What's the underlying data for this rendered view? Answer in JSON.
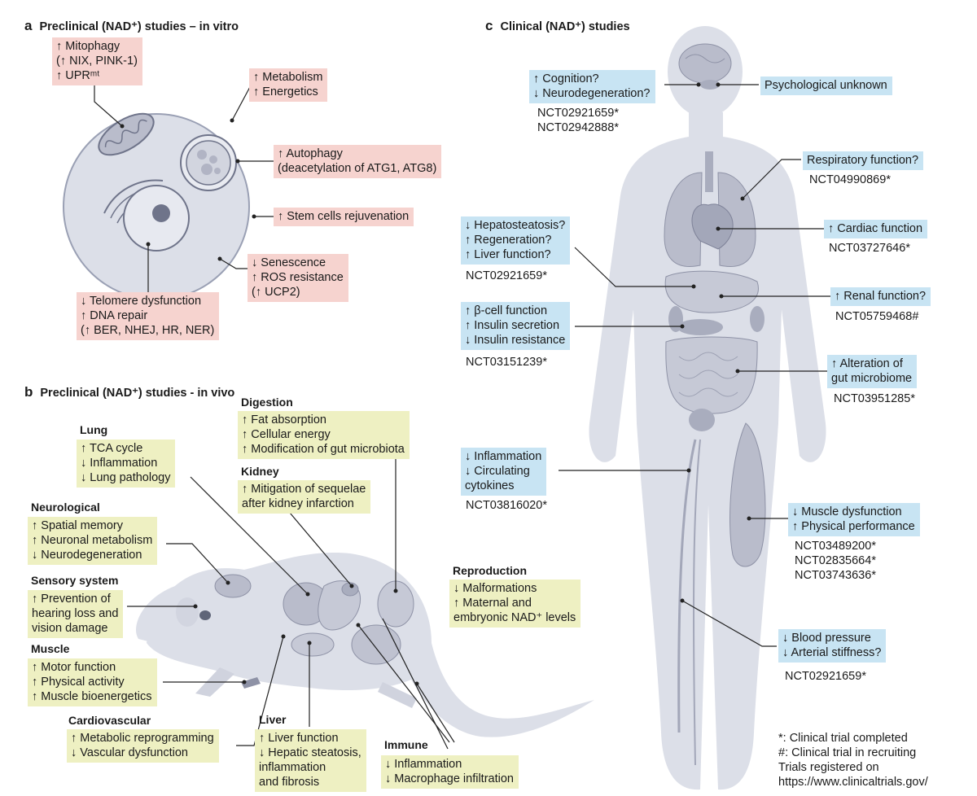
{
  "panels": {
    "a": {
      "letter": "a",
      "title": "Preclinical (NAD⁺) studies – in vitro"
    },
    "b": {
      "letter": "b",
      "title": "Preclinical (NAD⁺) studies - in vivo"
    },
    "c": {
      "letter": "c",
      "title": "Clinical (NAD⁺) studies"
    }
  },
  "invitro": {
    "mitophagy": [
      "↑ Mitophagy",
      "(↑ NIX, PINK-1)",
      "↑ UPRᵐᵗ"
    ],
    "metabolism": [
      "↑ Metabolism",
      "↑ Energetics"
    ],
    "autophagy": [
      "↑ Autophagy",
      "(deacetylation of ATG1, ATG8)"
    ],
    "stemcells": [
      "↑ Stem cells rejuvenation"
    ],
    "senescence": [
      "↓ Senescence",
      "↑ ROS resistance",
      "(↑ UCP2)"
    ],
    "telomere": [
      "↓ Telomere dysfunction",
      "↑ DNA repair",
      "(↑ BER, NHEJ, HR, NER)"
    ]
  },
  "invivo": {
    "digestion": {
      "title": "Digestion",
      "items": [
        "↑ Fat absorption",
        "↑ Cellular energy",
        "↑ Modification of gut microbiota"
      ]
    },
    "lung": {
      "title": "Lung",
      "items": [
        "↑ TCA cycle",
        "↓ Inflammation",
        "↓ Lung pathology"
      ]
    },
    "kidney": {
      "title": "Kidney",
      "items": [
        "↑ Mitigation of sequelae",
        "after kidney infarction"
      ]
    },
    "neuro": {
      "title": "Neurological",
      "items": [
        "↑ Spatial memory",
        "↑ Neuronal metabolism",
        "↓ Neurodegeneration"
      ]
    },
    "sensory": {
      "title": "Sensory system",
      "items": [
        "↑ Prevention of",
        "hearing loss and",
        "vision damage"
      ]
    },
    "reproduction": {
      "title": "Reproduction",
      "items": [
        "↓ Malformations",
        "↑ Maternal and",
        "embryonic NAD⁺ levels"
      ]
    },
    "muscle": {
      "title": "Muscle",
      "items": [
        "↑ Motor function",
        "↑ Physical activity",
        "↑ Muscle bioenergetics"
      ]
    },
    "cardio": {
      "title": "Cardiovascular",
      "items": [
        "↑ Metabolic reprogramming",
        "↓ Vascular dysfunction"
      ]
    },
    "liver": {
      "title": "Liver",
      "items": [
        "↑ Liver function",
        "↓ Hepatic steatosis,",
        "inflammation",
        "and fibrosis"
      ]
    },
    "immune": {
      "title": "Immune",
      "items": [
        "↓ Inflammation",
        "↓ Macrophage infiltration"
      ]
    }
  },
  "clinical": {
    "cognition": {
      "items": [
        "↑ Cognition?",
        "↓ Neurodegeneration?"
      ],
      "trials": [
        "NCT02921659*",
        "NCT02942888*"
      ]
    },
    "psych": {
      "items": [
        "Psychological unknown"
      ]
    },
    "respiratory": {
      "items": [
        "Respiratory function?"
      ],
      "trials": [
        "NCT04990869*"
      ]
    },
    "hepato": {
      "items": [
        "↓ Hepatosteatosis?",
        "↑ Regeneration?",
        "↑ Liver function?"
      ],
      "trials": [
        "NCT02921659*"
      ]
    },
    "cardiac": {
      "items": [
        "↑ Cardiac function"
      ],
      "trials": [
        "NCT03727646*"
      ]
    },
    "renal": {
      "items": [
        "↑ Renal function?"
      ],
      "trials": [
        "NCT05759468#"
      ]
    },
    "beta": {
      "items": [
        "↑ β-cell function",
        "↑ Insulin secretion",
        "↓ Insulin resistance"
      ],
      "trials": [
        "NCT03151239*"
      ]
    },
    "gut": {
      "items": [
        "↑ Alteration of",
        "gut microbiome"
      ],
      "trials": [
        "NCT03951285*"
      ]
    },
    "inflammation": {
      "items": [
        "↓ Inflammation",
        "↓ Circulating",
        "cytokines"
      ],
      "trials": [
        "NCT03816020*"
      ]
    },
    "muscle": {
      "items": [
        "↓ Muscle dysfunction",
        "↑ Physical performance"
      ],
      "trials": [
        "NCT03489200*",
        "NCT02835664*",
        "NCT03743636*"
      ]
    },
    "blood": {
      "items": [
        "↓ Blood pressure",
        "↓ Arterial stiffness?"
      ],
      "trials": [
        "NCT02921659*"
      ]
    }
  },
  "legend": [
    "*: Clinical trial completed",
    "#: Clinical trial in recruiting",
    "Trials registered on",
    "https://www.clinicaltrials.gov/"
  ],
  "colors": {
    "invitro_box": "#f6d3cf",
    "invivo_box": "#eef0c2",
    "clinical_box": "#c8e4f3",
    "illustration": "#d9dce6",
    "organ": "#b9bccb"
  }
}
